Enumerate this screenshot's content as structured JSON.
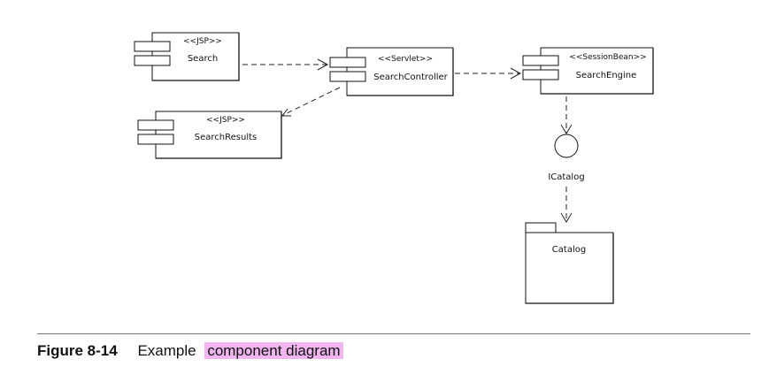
{
  "diagram": {
    "components": [
      {
        "id": "search",
        "stereotype": "<<JSP>>",
        "name": "Search"
      },
      {
        "id": "search_results",
        "stereotype": "<<JSP>>",
        "name": "SearchResults"
      },
      {
        "id": "search_controller",
        "stereotype": "<<Servlet>>",
        "name": "SearchController"
      },
      {
        "id": "search_engine",
        "stereotype": "<<SessionBean>>",
        "name": "SearchEngine"
      }
    ],
    "interface": {
      "name": "ICatalog"
    },
    "package": {
      "name": "Catalog"
    }
  },
  "caption": {
    "number": "Figure 8-14",
    "text_prefix": "Example",
    "highlighted_text": "component diagram",
    "highlight_color": "#f1b6ef"
  }
}
